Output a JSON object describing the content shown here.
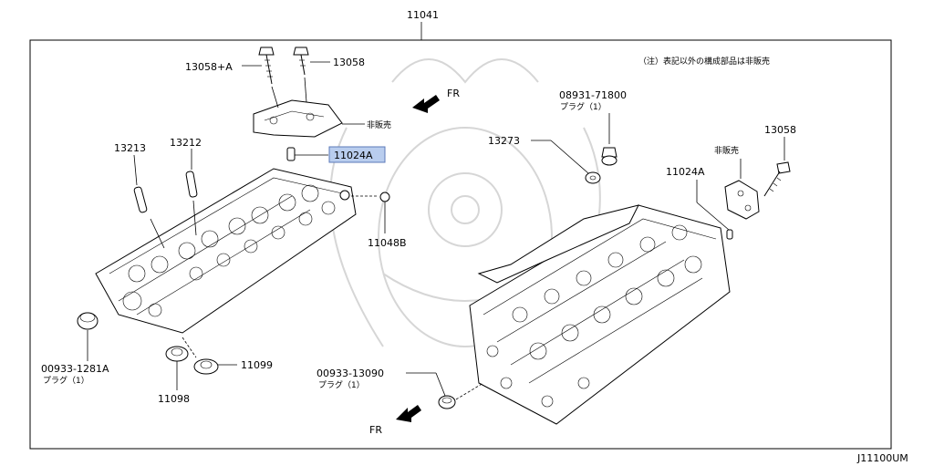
{
  "diagram": {
    "assembly_ref": "11041",
    "diagram_code": "J11100UM",
    "note": "（注）表記以外の構成部品は非販売",
    "direction_label": "FR",
    "not_sold": "非販売",
    "plug_label": "プラグ（1）",
    "highlight_color": "#b9cdee",
    "parts": {
      "p13058a": "13058+A",
      "p13058b": "13058",
      "p13058c": "13058",
      "p11024a_left": "11024A",
      "p11024a_right": "11024A",
      "p13213": "13213",
      "p13212": "13212",
      "p11048b": "11048B",
      "p00933_1281a": "00933-1281A",
      "p11098": "11098",
      "p11099": "11099",
      "p08931_71800": "08931-71800",
      "p13273": "13273",
      "p00933_13090": "00933-13090"
    }
  }
}
